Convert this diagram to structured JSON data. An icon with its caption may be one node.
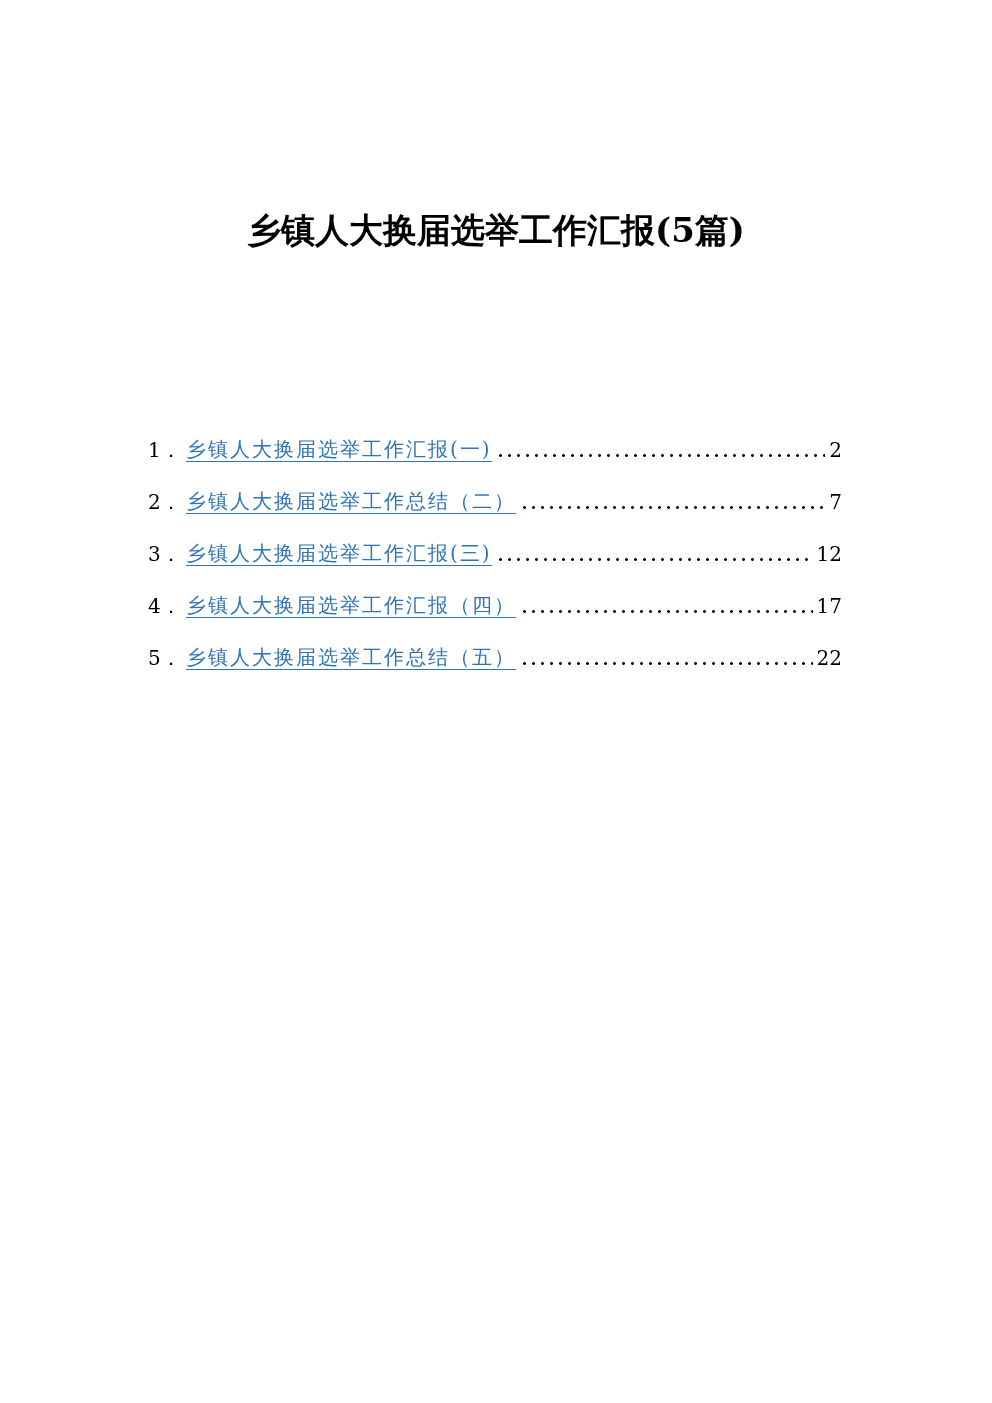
{
  "diagram": {
    "title": "乡镇人大换届选举工作汇报(5篇)",
    "labels": [
      "1．",
      "乡镇人大换届选举工作汇报(一)",
      "2",
      "2．",
      "乡镇人大换届选举工作总结（二）",
      "7",
      "3．",
      "乡镇人大换届选举工作汇报(三)",
      "12",
      "4．",
      "乡镇人大换届选举工作汇报（四）",
      "17",
      "5．",
      "乡镇人大换届选举工作总结（五）",
      "22"
    ]
  }
}
